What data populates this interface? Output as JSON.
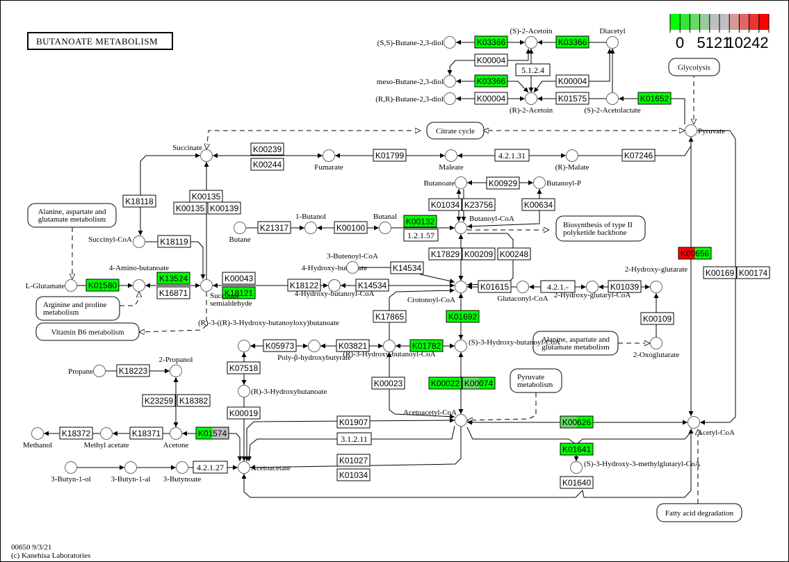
{
  "title": "BUTANOATE METABOLISM",
  "footer": {
    "map_id_date": "00650 9/3/21",
    "copyright": "(c) Kanehisa Laboratories"
  },
  "legend": {
    "colors": [
      "#00ff00",
      "#33e633",
      "#66d966",
      "#99cc99",
      "#bfbfbf",
      "#bfbfbf",
      "#d99999",
      "#e06666",
      "#ee3333",
      "#ff0000"
    ],
    "labels": [
      "0",
      "5121",
      "10242"
    ]
  },
  "colors": {
    "high": "#ff0000",
    "low": "#00ff00",
    "mid_green": "#66dd66",
    "grey": "#bfbfbf",
    "uncolored": "#ffffff"
  },
  "compounds": [
    {
      "id": "ss_butanediol",
      "label": "(S,S)-Butane-2,3-diol"
    },
    {
      "id": "s_acetoin",
      "label": "(S)-2-Acetoin"
    },
    {
      "id": "diacetyl",
      "label": "Diacetyl"
    },
    {
      "id": "meso_butanediol",
      "label": "meso-Butane-2,3-diol"
    },
    {
      "id": "rr_butanediol",
      "label": "(R,R)-Butane-2,3-diol"
    },
    {
      "id": "r_acetoin",
      "label": "(R)-2-Acetoin"
    },
    {
      "id": "s_acetolactate",
      "label": "(S)-2-Acetolactate"
    },
    {
      "id": "pyruvate",
      "label": "Pyruvate"
    },
    {
      "id": "succinate",
      "label": "Succinate"
    },
    {
      "id": "fumarate",
      "label": "Fumarate"
    },
    {
      "id": "maleate",
      "label": "Maleate"
    },
    {
      "id": "r_malate",
      "label": "(R)-Malate"
    },
    {
      "id": "butanoate",
      "label": "Butanoate"
    },
    {
      "id": "butanoyl_p",
      "label": "Butanoyl-P"
    },
    {
      "id": "butane",
      "label": "Butane"
    },
    {
      "id": "butanol",
      "label": "1-Butanol"
    },
    {
      "id": "butanal",
      "label": "Butanal"
    },
    {
      "id": "butanoyl_coa",
      "label": "Butanoyl-CoA"
    },
    {
      "id": "succinyl_coa",
      "label": "Succinyl-CoA"
    },
    {
      "id": "l_glutamate",
      "label": "L-Glutamate"
    },
    {
      "id": "aminobutanoate",
      "label": "4-Amino-butanoate"
    },
    {
      "id": "succ_semialdehyde",
      "label": "Succinate semialdehyde"
    },
    {
      "id": "hydroxybutanoate4",
      "label": "4-Hydroxy-butanoate"
    },
    {
      "id": "hydroxybutanoyl_coa4",
      "label": "4-Hydroxy-butanoyl-CoA"
    },
    {
      "id": "butenoyl_coa3",
      "label": "3-Butenoyl-CoA"
    },
    {
      "id": "crotonoyl_coa",
      "label": "Crotonoyl-CoA"
    },
    {
      "id": "glutaconyl_coa",
      "label": "Glutaconyl-CoA"
    },
    {
      "id": "hydroxyglutaryl_coa2",
      "label": "2-Hydroxy-glutaryl-CoA"
    },
    {
      "id": "hydroxyglutarate2",
      "label": "2-Hydroxy-glutarate"
    },
    {
      "id": "oxoglutarate2",
      "label": "2-Oxoglutarate"
    },
    {
      "id": "r3hbb",
      "label": "(R)-3-((R)-3-Hydroxy-butanoyloxy)butanoate"
    },
    {
      "id": "phb",
      "label": "Poly-β-hydroxybutyrate"
    },
    {
      "id": "r3hb_coa",
      "label": "(R)-3-Hydroxy-butanoyl-CoA"
    },
    {
      "id": "s3hb_coa",
      "label": "(S)-3-Hydroxy-butanoyl-CoA"
    },
    {
      "id": "r3hb",
      "label": "(R)-3-Hydroxybutanoate"
    },
    {
      "id": "propane",
      "label": "Propane"
    },
    {
      "id": "propanol2",
      "label": "2-Propanol"
    },
    {
      "id": "acetone",
      "label": "Acetone"
    },
    {
      "id": "methyl_acetate",
      "label": "Methyl acetate"
    },
    {
      "id": "methanol",
      "label": "Methanol"
    },
    {
      "id": "acetoacetate",
      "label": "Acetoacetate"
    },
    {
      "id": "acetoacetyl_coa",
      "label": "Acetoacetyl-CoA"
    },
    {
      "id": "acetyl_coa",
      "label": "Acetyl-CoA"
    },
    {
      "id": "hmg_coa",
      "label": "(S)-3-Hydroxy-3-methylglutaryl-CoA"
    },
    {
      "id": "butynol",
      "label": "3-Butyn-1-ol"
    },
    {
      "id": "butynal",
      "label": "3-Butyn-1-al"
    },
    {
      "id": "butynoate",
      "label": "3-Butynoate"
    }
  ],
  "maps": [
    {
      "id": "glycolysis",
      "label": "Glycolysis"
    },
    {
      "id": "citrate",
      "label": "Citrate cycle"
    },
    {
      "id": "ala_asp_glu_1",
      "label": "Alanine, aspartate and glutamate metabolism"
    },
    {
      "id": "arg_pro",
      "label": "Arginine and proline metabolism"
    },
    {
      "id": "vitb6",
      "label": "Vitamin B6 metabolism"
    },
    {
      "id": "polyketide",
      "label": "Biosynthesis of type II polyketide backbone"
    },
    {
      "id": "ala_asp_glu_2",
      "label": "Alanine, aspartate and glutamate metabolism"
    },
    {
      "id": "pyruvate_met",
      "label": "Pyruvate metabolism"
    },
    {
      "id": "fatty_deg",
      "label": "Fatty acid degradation"
    }
  ],
  "enzymes": [
    {
      "label": "K03366",
      "fill": "low",
      "split": null
    },
    {
      "label": "K03366",
      "fill": "low",
      "split": null
    },
    {
      "label": "K00004",
      "fill": "none",
      "split": null
    },
    {
      "label": "5.1.2.4",
      "fill": "none",
      "split": null
    },
    {
      "label": "K03366",
      "fill": "low",
      "split": null
    },
    {
      "label": "K00004",
      "fill": "none",
      "split": null
    },
    {
      "label": "K00004",
      "fill": "none",
      "split": null
    },
    {
      "label": "K01575",
      "fill": "none",
      "split": null
    },
    {
      "label": "K01652",
      "fill": "low",
      "split": null
    },
    {
      "label": "K00239",
      "fill": "none",
      "split": null
    },
    {
      "label": "K00244",
      "fill": "none",
      "split": null
    },
    {
      "label": "K01799",
      "fill": "none",
      "split": null
    },
    {
      "label": "4.2.1.31",
      "fill": "none",
      "split": null
    },
    {
      "label": "K07246",
      "fill": "none",
      "split": null
    },
    {
      "label": "K00929",
      "fill": "none",
      "split": null
    },
    {
      "label": "K01034",
      "fill": "none",
      "split": null
    },
    {
      "label": "K23756",
      "fill": "none",
      "split": null
    },
    {
      "label": "K00634",
      "fill": "none",
      "split": null
    },
    {
      "label": "K18118",
      "fill": "none",
      "split": null
    },
    {
      "label": "K00135",
      "fill": "none",
      "split": null
    },
    {
      "label": "K00135",
      "fill": "none",
      "split": null
    },
    {
      "label": "K00139",
      "fill": "none",
      "split": null
    },
    {
      "label": "K21317",
      "fill": "none",
      "split": null
    },
    {
      "label": "K00100",
      "fill": "none",
      "split": null
    },
    {
      "label": "K00132",
      "fill": "low",
      "split": null
    },
    {
      "label": "1.2.1.57",
      "fill": "none",
      "split": null
    },
    {
      "label": "K17829",
      "fill": "none",
      "split": null
    },
    {
      "label": "K00209",
      "fill": "none",
      "split": null
    },
    {
      "label": "K00248",
      "fill": "none",
      "split": null
    },
    {
      "label": "K00656",
      "fill": "split",
      "split": [
        "high",
        "low"
      ]
    },
    {
      "label": "K18119",
      "fill": "none",
      "split": null
    },
    {
      "label": "K14534",
      "fill": "none",
      "split": null
    },
    {
      "label": "K00169",
      "fill": "none",
      "split": null
    },
    {
      "label": "K00174",
      "fill": "none",
      "split": null
    },
    {
      "label": "K01580",
      "fill": "low",
      "split": null
    },
    {
      "label": "K13524",
      "fill": "low",
      "split": null
    },
    {
      "label": "K16871",
      "fill": "none",
      "split": null
    },
    {
      "label": "K00043",
      "fill": "none",
      "split": null
    },
    {
      "label": "K18121",
      "fill": "low",
      "split": null
    },
    {
      "label": "K18122",
      "fill": "none",
      "split": null
    },
    {
      "label": "K14534",
      "fill": "none",
      "split": null
    },
    {
      "label": "K01615",
      "fill": "none",
      "split": null
    },
    {
      "label": "4.2.1.-",
      "fill": "none",
      "split": null
    },
    {
      "label": "K01039",
      "fill": "none",
      "split": null
    },
    {
      "label": "K17865",
      "fill": "none",
      "split": null
    },
    {
      "label": "K01692",
      "fill": "low",
      "split": null
    },
    {
      "label": "K00109",
      "fill": "none",
      "split": null
    },
    {
      "label": "K05973",
      "fill": "none",
      "split": null
    },
    {
      "label": "K03821",
      "fill": "none",
      "split": null
    },
    {
      "label": "K01782",
      "fill": "low",
      "split": null
    },
    {
      "label": "K07518",
      "fill": "none",
      "split": null
    },
    {
      "label": "K00023",
      "fill": "none",
      "split": null
    },
    {
      "label": "K00022",
      "fill": "low",
      "split": null
    },
    {
      "label": "K00074",
      "fill": "split",
      "split": [
        "mid_green",
        "low"
      ]
    },
    {
      "label": "K18223",
      "fill": "none",
      "split": null
    },
    {
      "label": "K23259",
      "fill": "none",
      "split": null
    },
    {
      "label": "K18382",
      "fill": "none",
      "split": null
    },
    {
      "label": "K00019",
      "fill": "none",
      "split": null
    },
    {
      "label": "K18372",
      "fill": "none",
      "split": null
    },
    {
      "label": "K18371",
      "fill": "none",
      "split": null
    },
    {
      "label": "K01574",
      "fill": "split",
      "split": [
        "low",
        "grey"
      ]
    },
    {
      "label": "K01907",
      "fill": "none",
      "split": null
    },
    {
      "label": "K00626",
      "fill": "split",
      "split": [
        "mid_green",
        "low"
      ]
    },
    {
      "label": "3.1.2.11",
      "fill": "none",
      "split": null
    },
    {
      "label": "K01641",
      "fill": "low",
      "split": null
    },
    {
      "label": "K01027",
      "fill": "none",
      "split": null
    },
    {
      "label": "K01034",
      "fill": "none",
      "split": null
    },
    {
      "label": "4.2.1.27",
      "fill": "none",
      "split": null
    },
    {
      "label": "K01640",
      "fill": "none",
      "split": null
    }
  ]
}
